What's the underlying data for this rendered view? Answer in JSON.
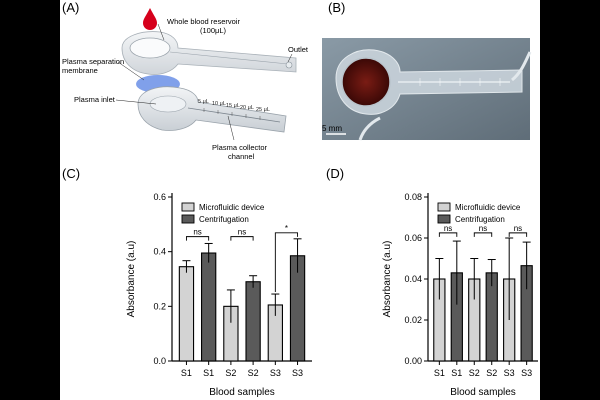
{
  "panels": {
    "a": {
      "letter": "(A)",
      "reservoir_label": "Whole blood reservoir",
      "reservoir_volume": "(100μL)",
      "outlet_label": "Outlet",
      "membrane_label_line1": "Plasma separation",
      "membrane_label_line2": "membrane",
      "inlet_label": "Plasma inlet",
      "collector_label_line1": "Plasma collector",
      "collector_label_line2": "channel",
      "volume_marks": [
        "5 μL",
        "10 μL",
        "15 μL",
        "20 μL",
        "25 μL"
      ]
    },
    "b": {
      "letter": "(B)",
      "scale_label": "5 mm"
    },
    "c": {
      "letter": "(C)"
    },
    "d": {
      "letter": "(D)"
    }
  },
  "colors": {
    "microfluidic": "#d3d3d3",
    "centrifugation": "#5a5a5a",
    "membrane": "#6a8fe6",
    "blood": "#d6001c"
  },
  "chart_data": [
    {
      "type": "bar",
      "categories": [
        "S1",
        "S1",
        "S2",
        "S2",
        "S3",
        "S3"
      ],
      "values": [
        0.345,
        0.395,
        0.2,
        0.29,
        0.205,
        0.385
      ],
      "errors": [
        0.022,
        0.035,
        0.06,
        0.022,
        0.04,
        0.062
      ],
      "groups": [
        "Microfluidic device",
        "Centrifugation",
        "Microfluidic device",
        "Centrifugation",
        "Microfluidic device",
        "Centrifugation"
      ],
      "legend": [
        "Microfluidic device",
        "Centrifugation"
      ],
      "legend_position": "top-left",
      "xlabel": "Blood samples",
      "ylabel": "Absorbance (a.u)",
      "ylim": [
        0,
        0.6
      ],
      "yticks": [
        "0.0",
        "0.2",
        "0.4",
        "0.6"
      ],
      "significance": [
        "ns",
        "ns",
        "*"
      ]
    },
    {
      "type": "bar",
      "categories": [
        "S1",
        "S1",
        "S2",
        "S2",
        "S3",
        "S3"
      ],
      "values": [
        0.04,
        0.043,
        0.04,
        0.043,
        0.04,
        0.0465
      ],
      "errors": [
        0.01,
        0.0155,
        0.01,
        0.0065,
        0.02,
        0.0115
      ],
      "groups": [
        "Microfluidic device",
        "Centrifugation",
        "Microfluidic device",
        "Centrifugation",
        "Microfluidic device",
        "Centrifugation"
      ],
      "legend": [
        "Microfluidic device",
        "Centrifugation"
      ],
      "legend_position": "top-left",
      "xlabel": "Blood samples",
      "ylabel": "Absorbance (a.u)",
      "ylim": [
        0,
        0.08
      ],
      "yticks": [
        "0.00",
        "0.02",
        "0.04",
        "0.06",
        "0.08"
      ],
      "significance": [
        "ns",
        "ns",
        "ns"
      ]
    }
  ]
}
